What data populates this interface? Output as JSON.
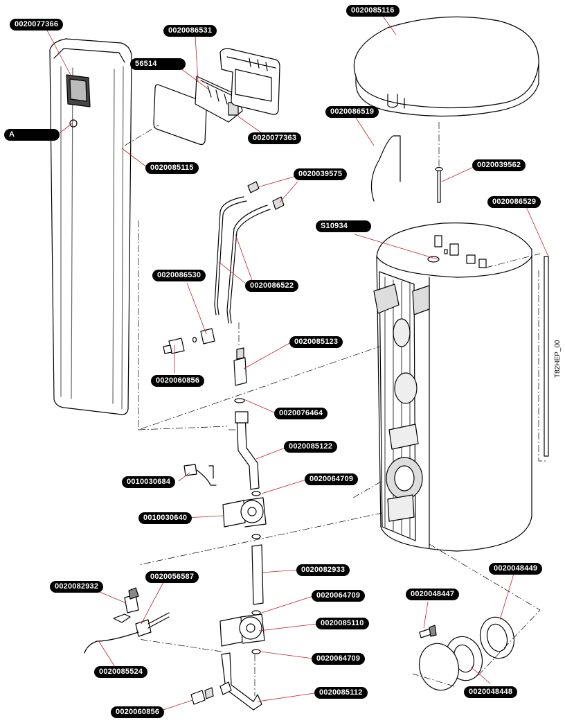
{
  "labels": {
    "p0020077366": "0020077366",
    "p0020086531": "0020086531",
    "p56514": "56514",
    "pA": "A",
    "p0020077363": "0020077363",
    "p0020085115": "0020085115",
    "p0020085116": "0020085116",
    "p0020086519": "0020086519",
    "p0020039575": "0020039575",
    "p0020039562": "0020039562",
    "p0020086529": "0020086529",
    "pS10934": "S10934",
    "p0020086530": "0020086530",
    "p0020086522": "0020086522",
    "p0020085123": "0020085123",
    "p0020060856a": "0020060856",
    "p0020076464": "0020076464",
    "p0020085122": "0020085122",
    "p0010030684": "0010030684",
    "p0020064709a": "0020064709",
    "p0010030640": "0010030640",
    "p0020082933": "0020082933",
    "p0020082932": "0020082932",
    "p0020056587": "0020056587",
    "p0020064709b": "0020064709",
    "p0020085110": "0020085110",
    "p0020064709c": "0020064709",
    "p0020085524": "0020085524",
    "p0020085112": "0020085112",
    "p0020060856b": "0020060856",
    "p0020048447": "0020048447",
    "p0020048449": "0020048449",
    "p0020048448": "0020048448"
  },
  "drawing_ref": "T82HEP_00"
}
